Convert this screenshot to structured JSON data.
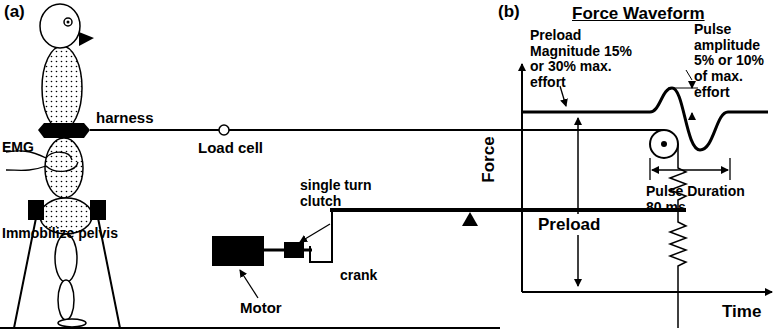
{
  "diagram": {
    "labels": [
      "(a)",
      "(b)",
      "harness",
      "EMG",
      "Load cell",
      "Immobilize pelvis",
      "single turn clutch",
      "crank",
      "Motor",
      "Force Waveform",
      "Preload Magnitude 15% or 30% max. effort",
      "Pulse amplitude 5% or 10% of max. effort",
      "Preload",
      "Pulse Duration 80 ms",
      "Force",
      "Time"
    ]
  }
}
